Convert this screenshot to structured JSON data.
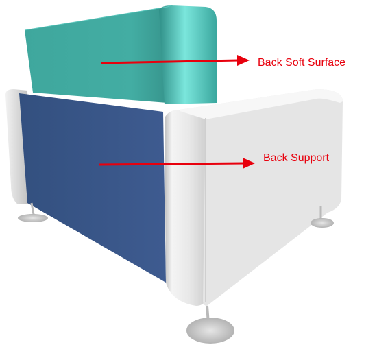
{
  "diagram": {
    "callouts": [
      {
        "id": "back-soft-surface",
        "label": "Back Soft Surface"
      },
      {
        "id": "back-support",
        "label": "Back Support"
      }
    ],
    "colors": {
      "annotation": "#e8000d",
      "back_soft_surface": "#3fa79d",
      "back_soft_surface_highlight": "#6fe0d6",
      "back_support": "#3d5a8f",
      "frame": "#e4e4e4",
      "frame_shade": "#c4c4c4",
      "legs": "#c8c8c8"
    }
  }
}
